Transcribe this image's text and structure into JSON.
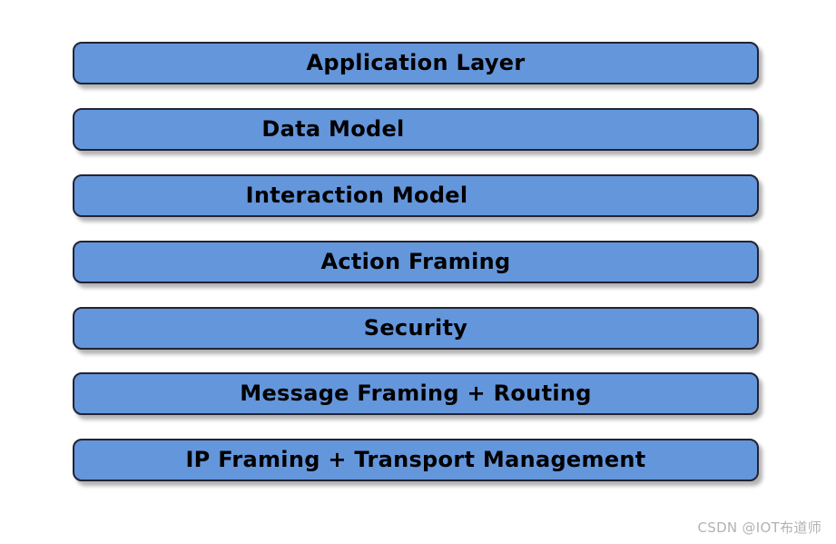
{
  "diagram": {
    "name": "protocol-layer-stack",
    "layers": [
      {
        "label": "Application Layer"
      },
      {
        "label": "Data Model"
      },
      {
        "label": "Interaction Model"
      },
      {
        "label": "Action Framing"
      },
      {
        "label": "Security"
      },
      {
        "label": "Message Framing + Routing"
      },
      {
        "label": "IP Framing + Transport Management"
      }
    ],
    "colors": {
      "box_fill": "#6496DC",
      "box_border": "#232333",
      "text": "#000000",
      "background": "#FFFFFF",
      "watermark": "#B2B2B2"
    }
  },
  "watermark": {
    "text": "CSDN @IOT布道师"
  }
}
